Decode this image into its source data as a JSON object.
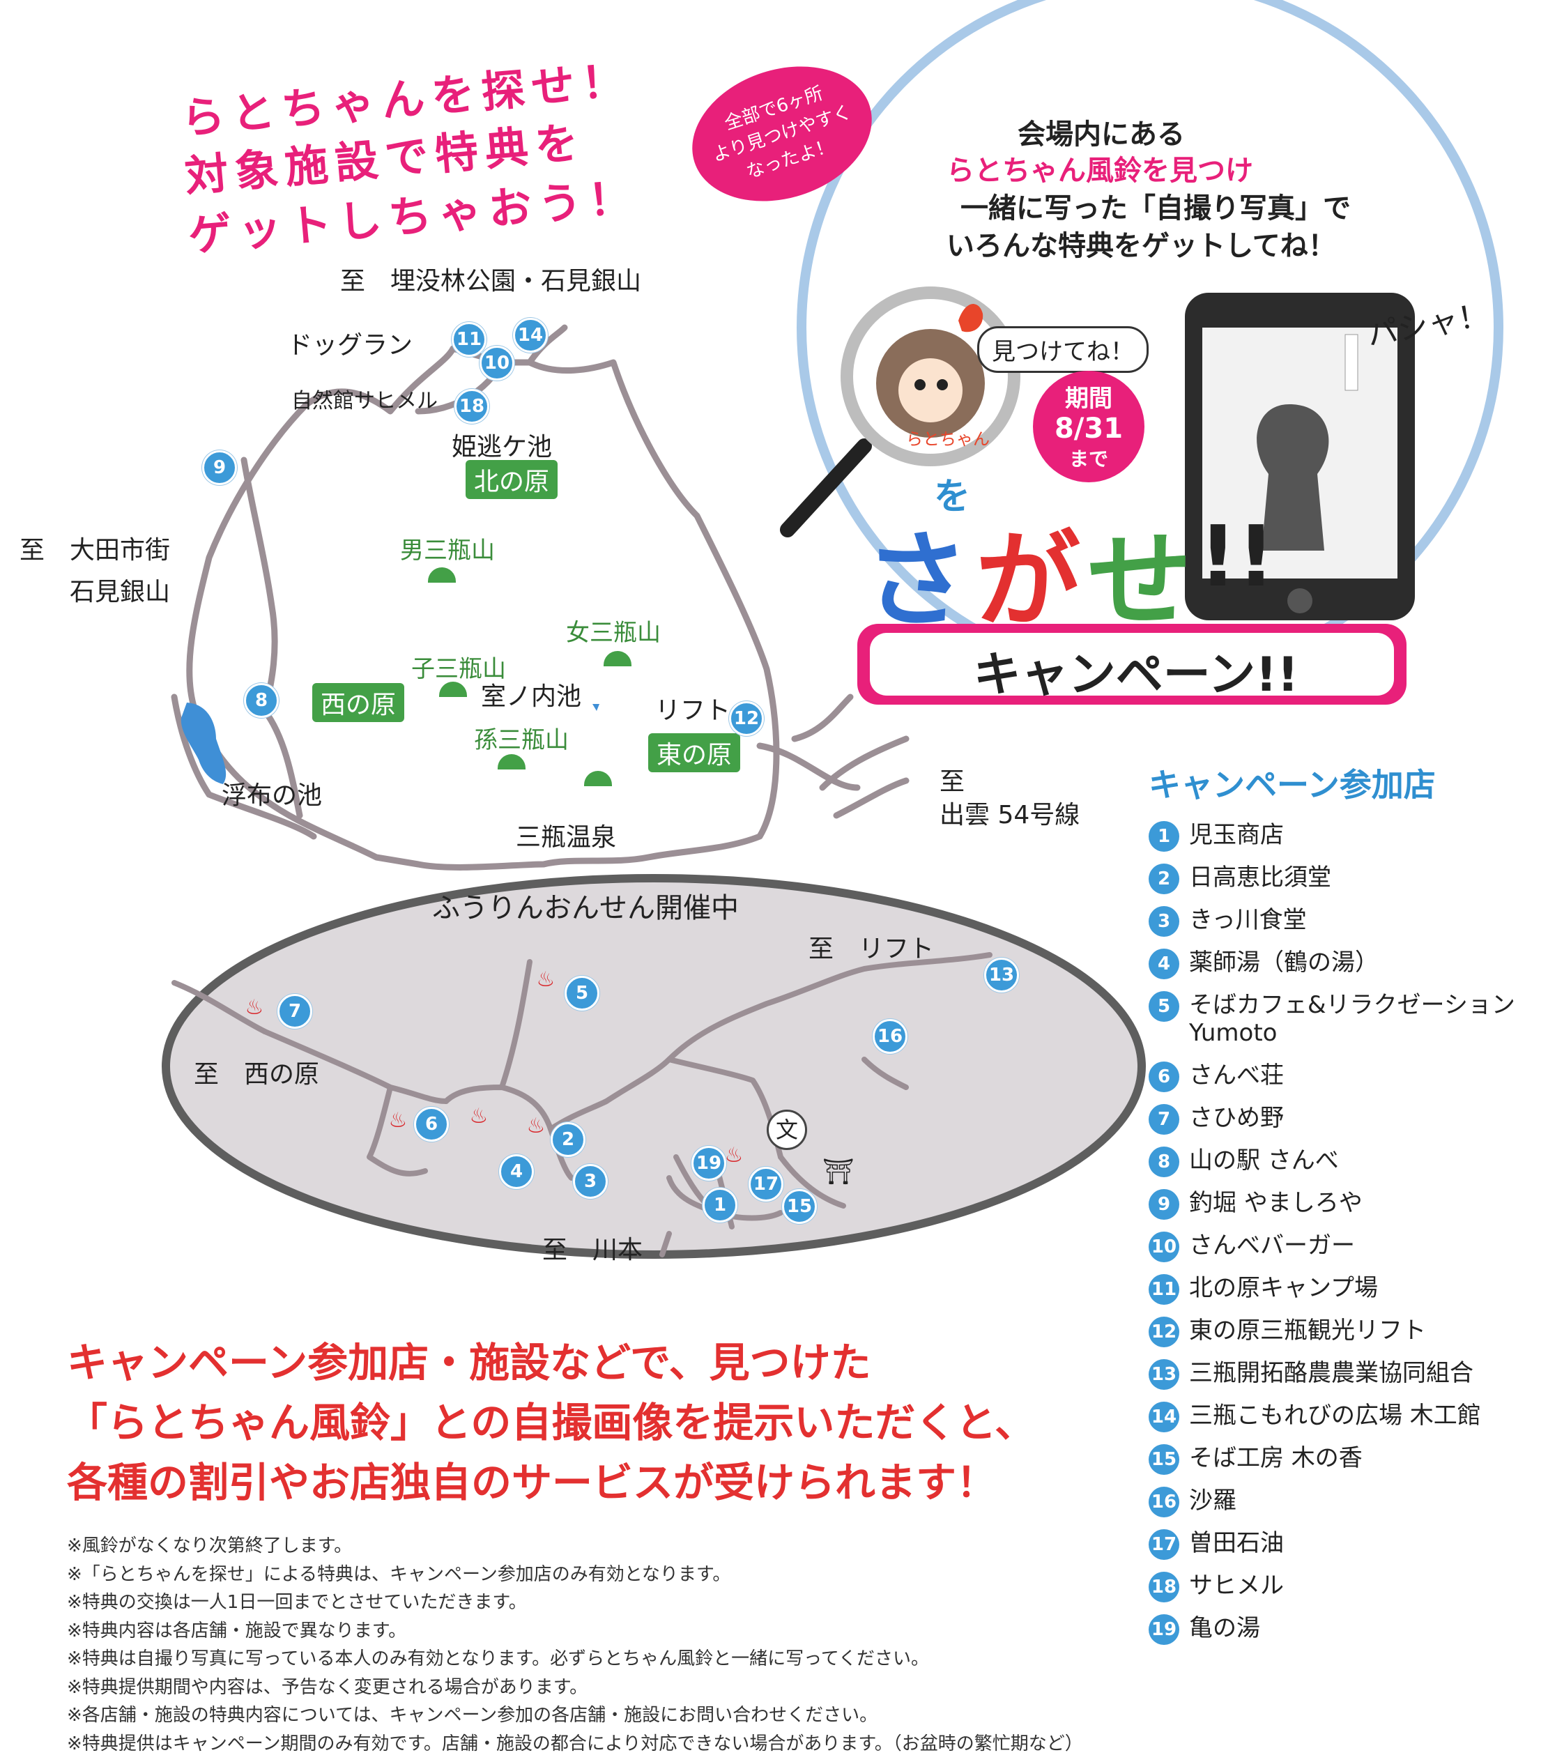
{
  "headline": {
    "lines": [
      "らとちゃんを探せ！",
      "対象施設で特典を",
      "ゲットしちゃおう！"
    ]
  },
  "badge": {
    "lines": [
      "全部で6ヶ所",
      "より見つけやすく",
      "なったよ！"
    ]
  },
  "campaign_panel": {
    "lines": [
      "会場内にある",
      "らとちゃん風鈴を見つけ",
      "一緒に写った「自撮り写真」で",
      "いろんな特典をゲットしてね！"
    ],
    "speech": "見つけてね！",
    "mascot_label": "らとちゃん",
    "period_label": "期間",
    "period_date": "8/31",
    "period_suffix": "まで",
    "shutter_sound": "パシャ！",
    "particle": "を",
    "title_chars": [
      "さ",
      "が",
      "せ",
      "!!"
    ],
    "campaign_label": "キャンペーン!!"
  },
  "map": {
    "directions": {
      "north": "至　埋没林公園・石見銀山",
      "west_line1": "至　大田市街",
      "west_line2": "石見銀山",
      "east_line1": "至",
      "east_line2": "出雲 54号線"
    },
    "places": {
      "dogrun": "ドッグラン",
      "nature_museum": "自然館サヒメル",
      "himenige": "姫逃ケ池",
      "murono": "室ノ内池",
      "lift": "リフト",
      "ukinuno": "浮布の池",
      "onsen": "三瓶温泉"
    },
    "areas": {
      "kitanohara": "北の原",
      "nishinohara": "西の原",
      "higashinohara": "東の原"
    },
    "mountains": {
      "otoko": "男三瓶山",
      "onna": "女三瓶山",
      "ko": "子三瓶山",
      "mago": "孫三瓶山"
    },
    "inset": {
      "title": "ふうりんおんせん開催中",
      "to_lift": "至　リフト",
      "to_nishinohara": "至　西の原",
      "to_kawamoto": "至　川本",
      "school_symbol": "文",
      "shrine_symbol": "⛩"
    },
    "pins": [
      "1",
      "2",
      "3",
      "4",
      "5",
      "6",
      "7",
      "8",
      "9",
      "10",
      "11",
      "12",
      "13",
      "14",
      "15",
      "16",
      "17",
      "18",
      "19"
    ]
  },
  "legend": {
    "title": "キャンペーン参加店",
    "items": [
      {
        "num": "1",
        "name": "児玉商店"
      },
      {
        "num": "2",
        "name": "日高恵比須堂"
      },
      {
        "num": "3",
        "name": "きっ川食堂"
      },
      {
        "num": "4",
        "name": "薬師湯（鶴の湯）"
      },
      {
        "num": "5",
        "name": "そばカフェ&リラクゼーション\nYumoto"
      },
      {
        "num": "6",
        "name": "さんべ荘"
      },
      {
        "num": "7",
        "name": "さひめ野"
      },
      {
        "num": "8",
        "name": "山の駅 さんべ"
      },
      {
        "num": "9",
        "name": "釣堀 やましろや"
      },
      {
        "num": "10",
        "name": "さんべバーガー"
      },
      {
        "num": "11",
        "name": "北の原キャンプ場"
      },
      {
        "num": "12",
        "name": "東の原三瓶観光リフト"
      },
      {
        "num": "13",
        "name": "三瓶開拓酪農農業協同組合"
      },
      {
        "num": "14",
        "name": "三瓶こもれびの広場 木工館"
      },
      {
        "num": "15",
        "name": "そば工房 木の香"
      },
      {
        "num": "16",
        "name": "沙羅"
      },
      {
        "num": "17",
        "name": "曽田石油"
      },
      {
        "num": "18",
        "name": "サヒメル"
      },
      {
        "num": "19",
        "name": "亀の湯"
      }
    ]
  },
  "main_text": {
    "lines": [
      "キャンペーン参加店・施設などで、見つけた",
      "「らとちゃん風鈴」との自撮画像を提示いただくと、",
      "各種の割引やお店独自のサービスが受けられます！"
    ]
  },
  "notes": [
    "※風鈴がなくなり次第終了します。",
    "※「らとちゃんを探せ」による特典は、キャンペーン参加店のみ有効となります。",
    "※特典の交換は一人1日一回までとさせていただきます。",
    "※特典内容は各店舗・施設で異なります。",
    "※特典は自撮り写真に写っている本人のみ有効となります。必ずらとちゃん風鈴と一緒に写ってください。",
    "※特典提供期間や内容は、予告なく変更される場合があります。",
    "※各店舗・施設の特典内容については、キャンペーン参加の各店舗・施設にお問い合わせください。",
    "※特典提供はキャンペーン期間のみ有効です。店舗・施設の都合により対応できない場合があります。（お盆時の繁忙期など）"
  ],
  "colors": {
    "pink": "#e8207a",
    "pin_blue": "#3c9ad8",
    "area_green": "#43a047",
    "road_gray": "#9b8f95",
    "alert_red": "#e33030",
    "lake_blue": "#3f8fd6",
    "inset_fill": "#ddd9dc"
  }
}
